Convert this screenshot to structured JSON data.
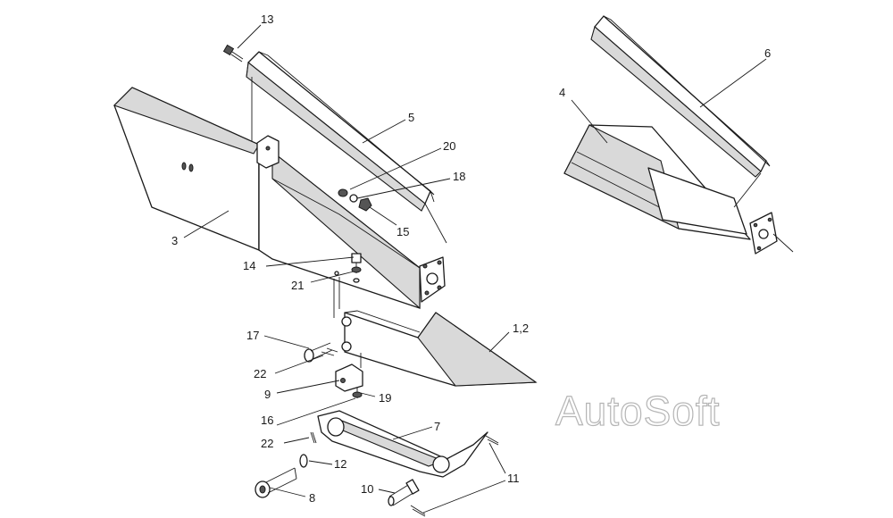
{
  "callouts": {
    "c13": "13",
    "c5": "5",
    "c20": "20",
    "c18": "18",
    "c15": "15",
    "c3": "3",
    "c14": "14",
    "c21": "21",
    "c12p": "1,2",
    "c17": "17",
    "c22a": "22",
    "c9": "9",
    "c19": "19",
    "c16": "16",
    "c7": "7",
    "c22b": "22",
    "c12": "12",
    "c8": "8",
    "c10": "10",
    "c11": "11",
    "c4": "4",
    "c6": "6"
  },
  "watermark": "AutoSoft"
}
